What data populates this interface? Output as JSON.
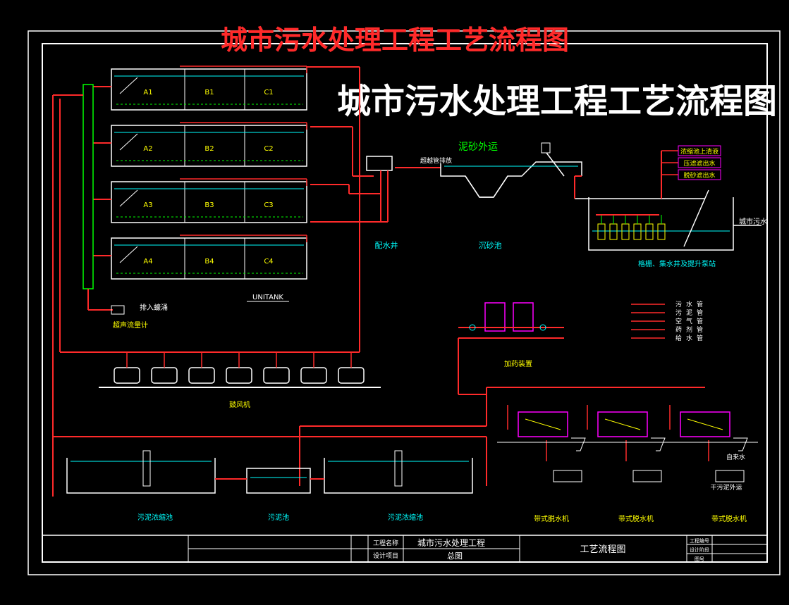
{
  "title_red": "城市污水处理工程工艺流程图",
  "title_white": "城市污水处理工程工艺流程图",
  "unitank": {
    "label": "UNITANK",
    "rows": [
      {
        "cells": [
          "A1",
          "B1",
          "C1"
        ]
      },
      {
        "cells": [
          "A2",
          "B2",
          "C2"
        ]
      },
      {
        "cells": [
          "A3",
          "B3",
          "C3"
        ]
      },
      {
        "cells": [
          "A4",
          "B4",
          "C4"
        ]
      }
    ]
  },
  "labels": {
    "sand_out": "泥砂外运",
    "distribution_well": "配水井",
    "grit_chamber": "沉砂池",
    "screen_pump": "格栅、集水井及提升泵站",
    "city_sewage": "城市污水",
    "discharge": "排入蠔涌",
    "flow_meter": "超声流量计",
    "blower": "鼓风机",
    "dosing": "加药装置",
    "sludge_thickener_1": "污泥浓缩池",
    "sludge_well": "污泥池",
    "sludge_thickener_2": "污泥浓缩池",
    "belt_press_1": "带式脱水机",
    "belt_press_2": "带式脱水机",
    "belt_press_3": "带式脱水机",
    "dry_sludge": "干污泥外运",
    "self_water": "自来水",
    "reflux": "超越管排放",
    "tag_1": "浓缩池上清液",
    "tag_2": "压滤滤出水",
    "tag_3": "脱砂滤出水"
  },
  "legend": [
    {
      "name": "污水管",
      "color": "#ff2a2a"
    },
    {
      "name": "污泥管",
      "color": "#ff2a2a"
    },
    {
      "name": "空气管",
      "color": "#ff2a2a"
    },
    {
      "name": "药剂管",
      "color": "#ff2a2a"
    },
    {
      "name": "给水管",
      "color": "#ff2a2a"
    }
  ],
  "titleblock": {
    "project_label": "工程名称",
    "project_value": "城市污水处理工程",
    "design_label": "设计项目",
    "design_value": "总图",
    "drawing_name": "工艺流程图",
    "drawing_no": "工程编号",
    "stage": "设计阶段",
    "sheet": "图号"
  },
  "colors": {
    "frame": "#ffffff",
    "pipe": "#ff2a2a",
    "tank": "#ffffff",
    "water": "#00ffff",
    "label": "#ffff00",
    "equip": "#ff00ff"
  }
}
